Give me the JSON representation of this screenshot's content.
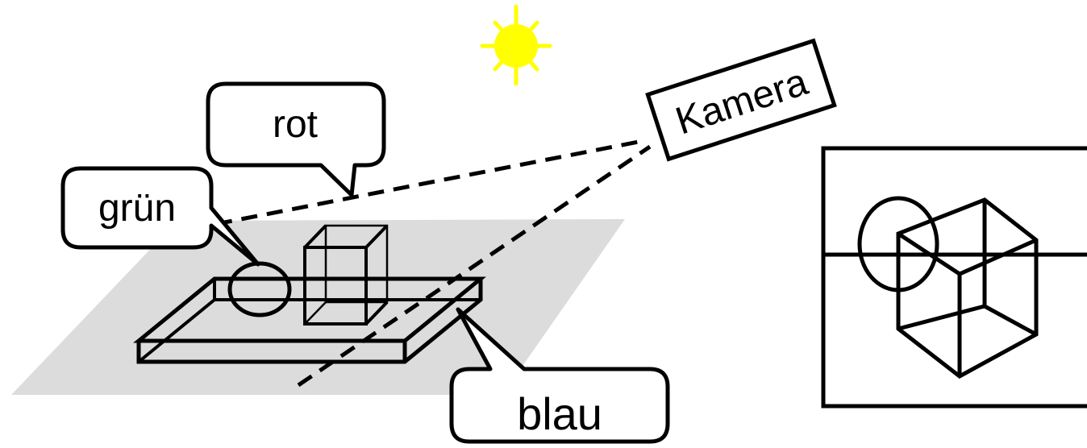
{
  "labels": {
    "rot": "rot",
    "gruen": "grün",
    "blau": "blau",
    "kamera": "Kamera"
  },
  "colors": {
    "sun": "#ffff00",
    "ground": "#dcdcdc",
    "stroke": "#000000",
    "background": "#ffffff"
  },
  "icons": {
    "sun": "sun-icon"
  }
}
